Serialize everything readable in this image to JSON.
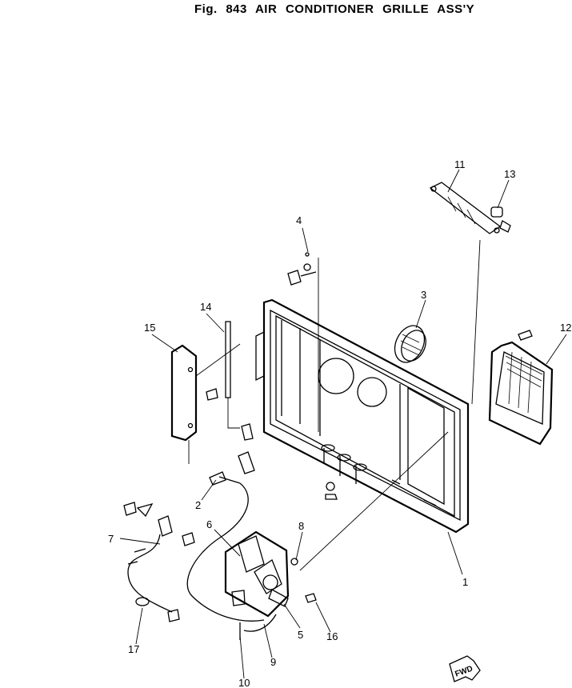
{
  "figure": {
    "title": "Fig. 843   AIR CONDITIONER GRILLE ASS'Y",
    "direction_marker": "FWD"
  },
  "callouts": [
    "1",
    "2",
    "3",
    "4",
    "5",
    "6",
    "7",
    "8",
    "9",
    "10",
    "11",
    "12",
    "13",
    "14",
    "15",
    "16",
    "17"
  ]
}
